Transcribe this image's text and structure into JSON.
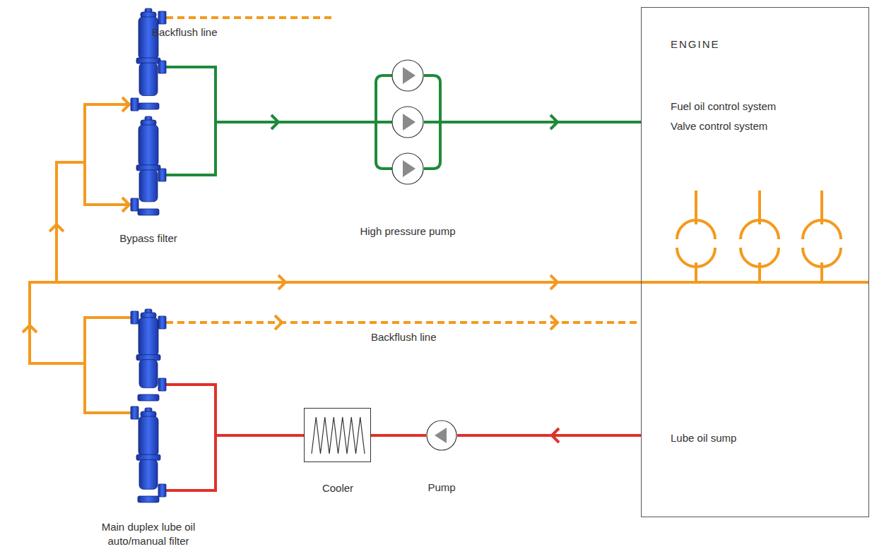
{
  "diagram": {
    "nodes": [
      {
        "text": [
          "ENGINE",
          "Fuel oil control system",
          "Valve control system",
          "Lube oil sump"
        ]
      },
      {
        "text": [
          "Cooler"
        ]
      },
      {
        "text": [
          "Pump"
        ]
      },
      {
        "text": [
          "Main duplex lube oil auto/manual filter"
        ]
      },
      {
        "text": [
          "Bypass filter"
        ]
      },
      {
        "text": [
          "High pressure pump"
        ]
      }
    ],
    "edges": [
      {
        "from": 0,
        "to": 2,
        "arrow": "to"
      },
      {
        "from": 2,
        "to": 1,
        "arrow": "none"
      },
      {
        "from": 1,
        "to": 3,
        "arrow": "none"
      },
      {
        "from": 3,
        "to": 0,
        "arrow": "to"
      },
      {
        "from": 3,
        "to": 4,
        "arrow": "to"
      },
      {
        "from": 4,
        "to": 5,
        "arrow": "to"
      },
      {
        "from": 5,
        "to": 0,
        "arrow": "to"
      },
      {
        "from": 3,
        "to": 0,
        "arrow": "to"
      }
    ],
    "labels": [
      "Backflush line",
      "Backflush line"
    ]
  }
}
